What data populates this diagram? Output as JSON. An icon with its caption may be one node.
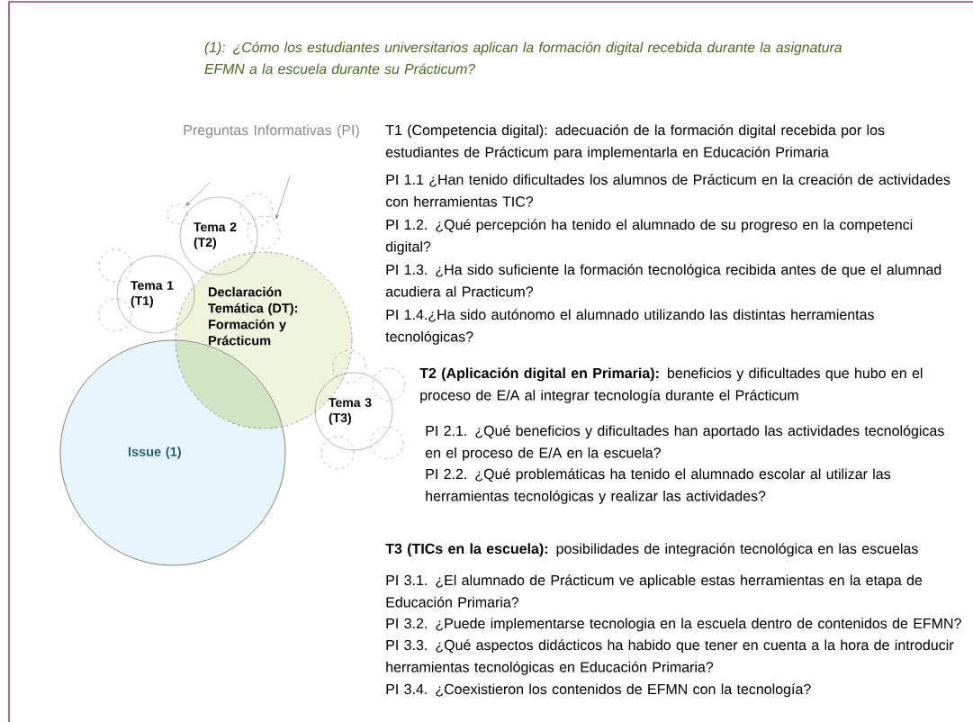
{
  "diagram": {
    "title": "(1): ¿Cómo los estudiantes universitarios aplican la formación digital recebida durante la asignatura EFMN a la escuela durante su Prácticum?",
    "nodes": [
      {
        "text": [
          "Tema 2 (T2)"
        ]
      },
      {
        "text": [
          "Tema 1 (T1)"
        ]
      },
      {
        "text": [
          "Declaración Temática (DT): Formación y Prácticum"
        ]
      },
      {
        "text": [
          "Tema 3 (T3)"
        ]
      },
      {
        "text": [
          "Issue (1)"
        ]
      },
      {
        "text": [],
        "shape": "circle"
      },
      {
        "text": [],
        "shape": "circle"
      },
      {
        "text": [],
        "shape": "circle"
      },
      {
        "text": [],
        "shape": "circle"
      },
      {
        "text": [],
        "shape": "circle"
      },
      {
        "text": [],
        "shape": "circle"
      },
      {
        "text": [],
        "shape": "circle"
      },
      {
        "text": [],
        "shape": "circle"
      },
      {
        "text": [],
        "shape": "circle"
      }
    ],
    "edges": [
      {
        "from": null,
        "to": 6,
        "arrow": "to"
      },
      {
        "from": null,
        "to": 7,
        "arrow": "to"
      }
    ],
    "labels": [
      "Preguntas Informativas (PI)",
      "T1 (Competencia digital): adecuación de la formación digital recebida por los estudiantes de Prácticum para implementarla en Educación Primaria",
      "PI 1.1 ¿Han tenido dificultades los alumnos de Prácticum en la creación de actividades con herramientas TIC?",
      "PI 1.2. ¿Qué percepción ha tenido el alumnado de su progreso en la competenci digital?",
      "PI 1.3. ¿Ha sido suficiente la formación tecnológica recibida antes de que el alumnad acudiera al Practicum?",
      "PI 1.4.¿Ha sido autónomo el alumnado utilizando las distintas herramientas tecnológicas?",
      "**T2 (Aplicación digital en Primaria):** beneficios y dificultades que hubo en el proceso de E/A al integrar tecnología durante el Prácticum",
      "PI 2.1. ¿Qué beneficios y dificultades han aportado las actividades tecnológicas en el proceso de E/A en la escuela?",
      "PI 2.2. ¿Qué problemáticas ha tenido el alumnado escolar al utilizar las herramientas tecnológicas y realizar las actividades?",
      "**T3 (TICs en la escuela):** posibilidades de integración tecnológica en las escuelas",
      "PI 3.1. ¿El alumnado de Prácticum ve aplicable estas herramientas en la etapa de Educación Primaria?",
      "PI 3.2. ¿Puede implementarse tecnologia en la escuela dentro de contenidos de EFMN?",
      "PI 3.3. ¿Qué aspectos didácticos ha habido que tener en cuenta a la hora de introducir herramientas tecnológicas en Educación Primaria?",
      "PI 3.4. ¿Coexistieron los contenidos de EFMN con la tecnología?"
    ]
  }
}
